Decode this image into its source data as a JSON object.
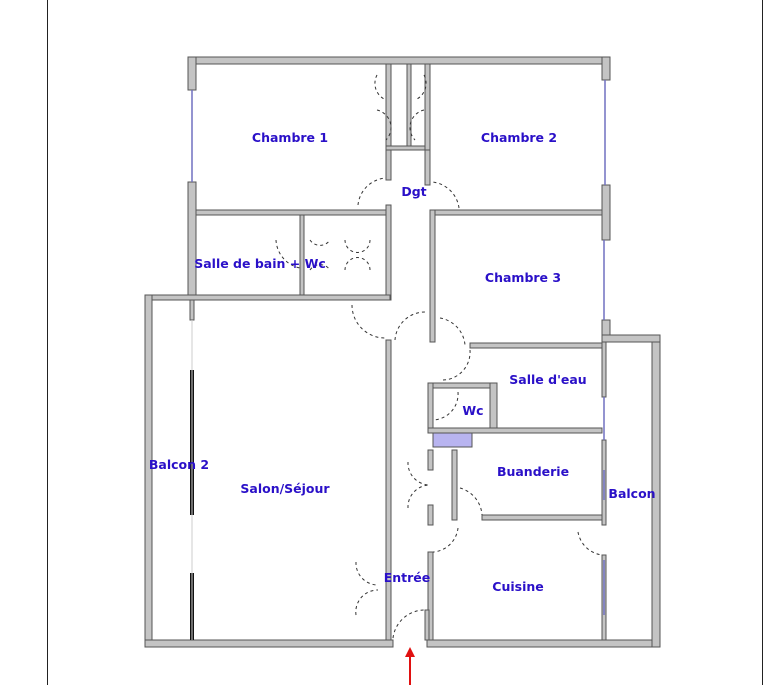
{
  "floor_plan": {
    "rooms": [
      {
        "id": "chambre1",
        "label": "Chambre 1"
      },
      {
        "id": "chambre2",
        "label": "Chambre 2"
      },
      {
        "id": "dgt",
        "label": "Dgt"
      },
      {
        "id": "sdb",
        "label": "Salle de bain + Wc"
      },
      {
        "id": "chambre3",
        "label": "Chambre 3"
      },
      {
        "id": "salle_eau",
        "label": "Salle d'eau"
      },
      {
        "id": "wc",
        "label": "Wc"
      },
      {
        "id": "balcon2",
        "label": "Balcon 2"
      },
      {
        "id": "salon",
        "label": "Salon/Séjour"
      },
      {
        "id": "buanderie",
        "label": "Buanderie"
      },
      {
        "id": "balcon",
        "label": "Balcon"
      },
      {
        "id": "entree",
        "label": "Entrée"
      },
      {
        "id": "cuisine",
        "label": "Cuisine"
      }
    ],
    "colors": {
      "label": "#2a10c8",
      "wall": "#c4c4c4",
      "entry_arrow": "#e01010",
      "duct": "#b8b4f0"
    }
  }
}
